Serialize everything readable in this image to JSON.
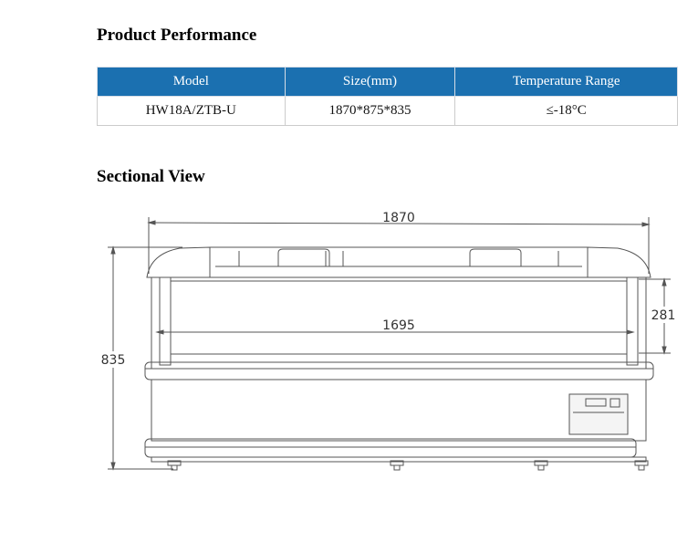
{
  "performance": {
    "title": "Product Performance",
    "headers": [
      "Model",
      "Size(mm)",
      "Temperature Range"
    ],
    "row": [
      "HW18A/ZTB-U",
      "1870*875*835",
      "≤-18°C"
    ]
  },
  "sectional": {
    "title": "Sectional View",
    "dims": {
      "width": "1870",
      "inner_width": "1695",
      "height": "835",
      "glass_height": "281"
    }
  }
}
